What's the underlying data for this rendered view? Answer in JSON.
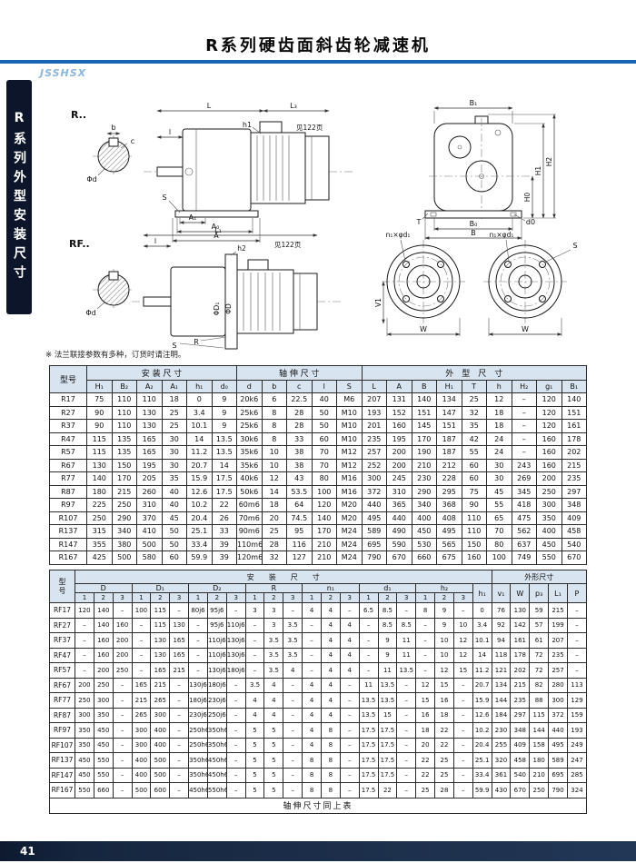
{
  "page": {
    "title": "R系列硬齿面斜齿轮减速机",
    "logo": "JSSHSX",
    "sidebar_label": "R系列外型安装尺寸",
    "page_number": "41"
  },
  "drawings": {
    "note": "※ 法兰联接参数有多种，订货时请注明。",
    "labels": {
      "r": "R..",
      "rf": "RF..",
      "see": "见122页",
      "b": "b",
      "c": "c",
      "phid": "Φd",
      "L": "L",
      "L3": "L₃",
      "l": "l",
      "h1": "h1",
      "S": "S",
      "A1": "A₁",
      "A0": "A₀",
      "A": "A",
      "B1": "B₁",
      "H0": "H0",
      "H1": "H1",
      "H2": "H2",
      "T": "T",
      "d0": "d0",
      "B0": "B₀",
      "B": "B",
      "L1": "L₁",
      "h2": "h2",
      "phiD": "ΦD",
      "phiD1": "ΦD₁",
      "R": "R",
      "n1d1": "n₁×φd₁",
      "V1": "V1",
      "W": "W"
    }
  },
  "table1": {
    "model_header": "型号",
    "groups": [
      {
        "label": "安 装 尺 寸",
        "span": 6
      },
      {
        "label": "轴 伸 尺 寸",
        "span": 5
      },
      {
        "label": "外　型　尺　寸",
        "span": 9
      }
    ],
    "columns": [
      "H₁",
      "B₂",
      "A₂",
      "A₁",
      "h₁",
      "d₀",
      "d",
      "b",
      "c",
      "l",
      "S",
      "L",
      "A",
      "B",
      "H₁",
      "T",
      "h",
      "H₂",
      "g₁",
      "B₁"
    ],
    "rows": [
      [
        "R17",
        "75",
        "110",
        "110",
        "18",
        "0",
        "9",
        "20k6",
        "6",
        "22.5",
        "40",
        "M6",
        "207",
        "131",
        "140",
        "134",
        "25",
        "12",
        "–",
        "120",
        "140"
      ],
      [
        "R27",
        "90",
        "110",
        "130",
        "25",
        "3.4",
        "9",
        "25k6",
        "8",
        "28",
        "50",
        "M10",
        "193",
        "152",
        "151",
        "147",
        "32",
        "18",
        "–",
        "120",
        "151"
      ],
      [
        "R37",
        "90",
        "110",
        "130",
        "25",
        "10.1",
        "9",
        "25k6",
        "8",
        "28",
        "50",
        "M10",
        "201",
        "160",
        "145",
        "151",
        "35",
        "18",
        "–",
        "120",
        "161"
      ],
      [
        "R47",
        "115",
        "135",
        "165",
        "30",
        "14",
        "13.5",
        "30k6",
        "8",
        "33",
        "60",
        "M10",
        "235",
        "195",
        "170",
        "187",
        "42",
        "24",
        "–",
        "160",
        "178"
      ],
      [
        "R57",
        "115",
        "135",
        "165",
        "30",
        "11.2",
        "13.5",
        "35k6",
        "10",
        "38",
        "70",
        "M12",
        "257",
        "200",
        "190",
        "187",
        "55",
        "24",
        "–",
        "160",
        "202"
      ],
      [
        "R67",
        "130",
        "150",
        "195",
        "30",
        "20.7",
        "14",
        "35k6",
        "10",
        "38",
        "70",
        "M12",
        "252",
        "200",
        "210",
        "212",
        "60",
        "30",
        "243",
        "160",
        "215"
      ],
      [
        "R77",
        "140",
        "170",
        "205",
        "35",
        "15.9",
        "17.5",
        "40k6",
        "12",
        "43",
        "80",
        "M16",
        "300",
        "245",
        "230",
        "228",
        "60",
        "30",
        "269",
        "200",
        "235"
      ],
      [
        "R87",
        "180",
        "215",
        "260",
        "40",
        "12.6",
        "17.5",
        "50k6",
        "14",
        "53.5",
        "100",
        "M16",
        "372",
        "310",
        "290",
        "295",
        "75",
        "45",
        "345",
        "250",
        "297"
      ],
      [
        "R97",
        "225",
        "250",
        "310",
        "40",
        "10.2",
        "22",
        "60m6",
        "18",
        "64",
        "120",
        "M20",
        "440",
        "365",
        "340",
        "368",
        "90",
        "55",
        "418",
        "300",
        "348"
      ],
      [
        "R107",
        "250",
        "290",
        "370",
        "45",
        "20.4",
        "26",
        "70m6",
        "20",
        "74.5",
        "140",
        "M20",
        "495",
        "440",
        "400",
        "408",
        "110",
        "65",
        "475",
        "350",
        "409"
      ],
      [
        "R137",
        "315",
        "340",
        "410",
        "50",
        "25.1",
        "33",
        "90m6",
        "25",
        "95",
        "170",
        "M24",
        "589",
        "490",
        "450",
        "495",
        "110",
        "70",
        "562",
        "400",
        "458"
      ],
      [
        "R147",
        "355",
        "380",
        "500",
        "50",
        "33.4",
        "39",
        "110m6",
        "28",
        "116",
        "210",
        "M24",
        "695",
        "590",
        "530",
        "565",
        "150",
        "80",
        "637",
        "450",
        "540"
      ],
      [
        "R167",
        "425",
        "500",
        "580",
        "60",
        "59.9",
        "39",
        "120m6",
        "32",
        "127",
        "210",
        "M24",
        "790",
        "670",
        "660",
        "675",
        "160",
        "100",
        "749",
        "550",
        "670"
      ]
    ]
  },
  "table2": {
    "model_header": "型\n号",
    "install_header": "安　　装　　尺　　寸",
    "outline_header": "外形尺寸",
    "install_span": 22,
    "outline_span": 5,
    "groups": [
      {
        "label": "D",
        "span": 3
      },
      {
        "label": "D₁",
        "span": 3
      },
      {
        "label": "D₂",
        "span": 3
      },
      {
        "label": "R",
        "span": 3
      },
      {
        "label": "n₁",
        "span": 3
      },
      {
        "label": "d₁",
        "span": 3
      },
      {
        "label": "h₂",
        "span": 3
      }
    ],
    "single_cols": [
      "h₁",
      "v₁",
      "W",
      "p₃",
      "L₁",
      "P"
    ],
    "sub_cols": [
      "1",
      "2",
      "3",
      "1",
      "2",
      "3",
      "1",
      "2",
      "3",
      "1",
      "2",
      "3",
      "1",
      "2",
      "3",
      "1",
      "2",
      "3",
      "1",
      "2",
      "3"
    ],
    "rows": [
      [
        "RF17",
        "120",
        "140",
        "–",
        "100",
        "115",
        "–",
        "80j6",
        "95j6",
        "–",
        "3",
        "3",
        "–",
        "4",
        "4",
        "–",
        "6.5",
        "8.5",
        "–",
        "8",
        "9",
        "–",
        "0",
        "76",
        "130",
        "59",
        "215",
        "–"
      ],
      [
        "RF27",
        "–",
        "140",
        "160",
        "–",
        "115",
        "130",
        "–",
        "95j6",
        "110j6",
        "–",
        "3",
        "3.5",
        "–",
        "4",
        "4",
        "–",
        "8.5",
        "8.5",
        "–",
        "9",
        "10",
        "3.4",
        "92",
        "142",
        "57",
        "199",
        "–"
      ],
      [
        "RF37",
        "–",
        "160",
        "200",
        "–",
        "130",
        "165",
        "–",
        "110j6",
        "130j6",
        "–",
        "3.5",
        "3.5",
        "–",
        "4",
        "4",
        "–",
        "9",
        "11",
        "–",
        "10",
        "12",
        "10.1",
        "94",
        "161",
        "61",
        "207",
        "–"
      ],
      [
        "RF47",
        "–",
        "160",
        "200",
        "–",
        "130",
        "165",
        "–",
        "110j6",
        "130j6",
        "–",
        "3.5",
        "3.5",
        "–",
        "4",
        "4",
        "–",
        "9",
        "11",
        "–",
        "10",
        "12",
        "14",
        "118",
        "178",
        "72",
        "235",
        "–"
      ],
      [
        "RF57",
        "–",
        "200",
        "250",
        "–",
        "165",
        "215",
        "–",
        "130j6",
        "180j6",
        "–",
        "3.5",
        "4",
        "–",
        "4",
        "4",
        "–",
        "11",
        "13.5",
        "–",
        "12",
        "15",
        "11.2",
        "121",
        "202",
        "72",
        "257",
        "–"
      ],
      [
        "RF67",
        "200",
        "250",
        "–",
        "165",
        "215",
        "–",
        "130j6",
        "180j6",
        "–",
        "3.5",
        "4",
        "–",
        "4",
        "4",
        "–",
        "11",
        "13.5",
        "–",
        "12",
        "15",
        "–",
        "20.7",
        "134",
        "215",
        "82",
        "280",
        "113"
      ],
      [
        "RF77",
        "250",
        "300",
        "–",
        "215",
        "265",
        "–",
        "180j6",
        "230j6",
        "–",
        "4",
        "4",
        "–",
        "4",
        "4",
        "–",
        "13.5",
        "13.5",
        "–",
        "15",
        "16",
        "–",
        "15.9",
        "144",
        "235",
        "88",
        "300",
        "129"
      ],
      [
        "RF87",
        "300",
        "350",
        "–",
        "265",
        "300",
        "–",
        "230j6",
        "250j6",
        "–",
        "4",
        "4",
        "–",
        "4",
        "4",
        "–",
        "13.5",
        "15",
        "–",
        "16",
        "18",
        "–",
        "12.6",
        "184",
        "297",
        "115",
        "372",
        "159"
      ],
      [
        "RF97",
        "350",
        "450",
        "–",
        "300",
        "400",
        "–",
        "250h6",
        "350h6",
        "–",
        "5",
        "5",
        "–",
        "4",
        "8",
        "–",
        "17.5",
        "17.5",
        "–",
        "18",
        "22",
        "–",
        "10.2",
        "230",
        "348",
        "144",
        "440",
        "193"
      ],
      [
        "RF107",
        "350",
        "450",
        "–",
        "300",
        "400",
        "–",
        "250h6",
        "350h6",
        "–",
        "5",
        "5",
        "–",
        "4",
        "8",
        "–",
        "17.5",
        "17.5",
        "–",
        "20",
        "22",
        "–",
        "20.4",
        "255",
        "409",
        "158",
        "495",
        "249"
      ],
      [
        "RF137",
        "450",
        "550",
        "–",
        "400",
        "500",
        "–",
        "350h6",
        "450h6",
        "–",
        "5",
        "5",
        "–",
        "8",
        "8",
        "–",
        "17.5",
        "17.5",
        "–",
        "22",
        "25",
        "–",
        "25.1",
        "320",
        "458",
        "180",
        "589",
        "247"
      ],
      [
        "RF147",
        "450",
        "550",
        "–",
        "400",
        "500",
        "–",
        "350h6",
        "450h6",
        "–",
        "5",
        "5",
        "–",
        "8",
        "8",
        "–",
        "17.5",
        "17.5",
        "–",
        "22",
        "25",
        "–",
        "33.4",
        "361",
        "540",
        "210",
        "695",
        "285"
      ],
      [
        "RF167",
        "550",
        "660",
        "–",
        "500",
        "600",
        "–",
        "450h6",
        "550h6",
        "–",
        "5",
        "5",
        "–",
        "8",
        "8",
        "–",
        "17.5",
        "22",
        "–",
        "25",
        "28",
        "–",
        "59.9",
        "430",
        "670",
        "250",
        "790",
        "324"
      ]
    ],
    "footnote": "轴伸尺寸同上表"
  }
}
